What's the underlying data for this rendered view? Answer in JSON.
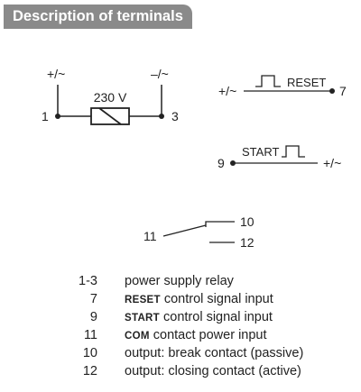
{
  "header": {
    "title": "Description of terminals"
  },
  "diagram": {
    "relay": {
      "left_polarity": "+/~",
      "right_polarity": "–/~",
      "voltage": "230 V",
      "left_terminal": "1",
      "right_terminal": "3"
    },
    "reset": {
      "polarity": "+/~",
      "label": "RESET",
      "terminal": "7"
    },
    "start": {
      "terminal": "9",
      "label": "START",
      "polarity": "+/~"
    },
    "contact": {
      "com_terminal": "11",
      "break_terminal": "10",
      "closing_terminal": "12"
    }
  },
  "legend": [
    {
      "num": "1-3",
      "bold": "",
      "text": "power supply relay"
    },
    {
      "num": "7",
      "bold": "RESET",
      "text": " control signal input"
    },
    {
      "num": "9",
      "bold": "START",
      "text": " control signal input"
    },
    {
      "num": "11",
      "bold": "COM",
      "text": " contact power input"
    },
    {
      "num": "10",
      "bold": "",
      "text": "output: break contact (passive)"
    },
    {
      "num": "12",
      "bold": "",
      "text": "output: closing contact (active)"
    }
  ]
}
